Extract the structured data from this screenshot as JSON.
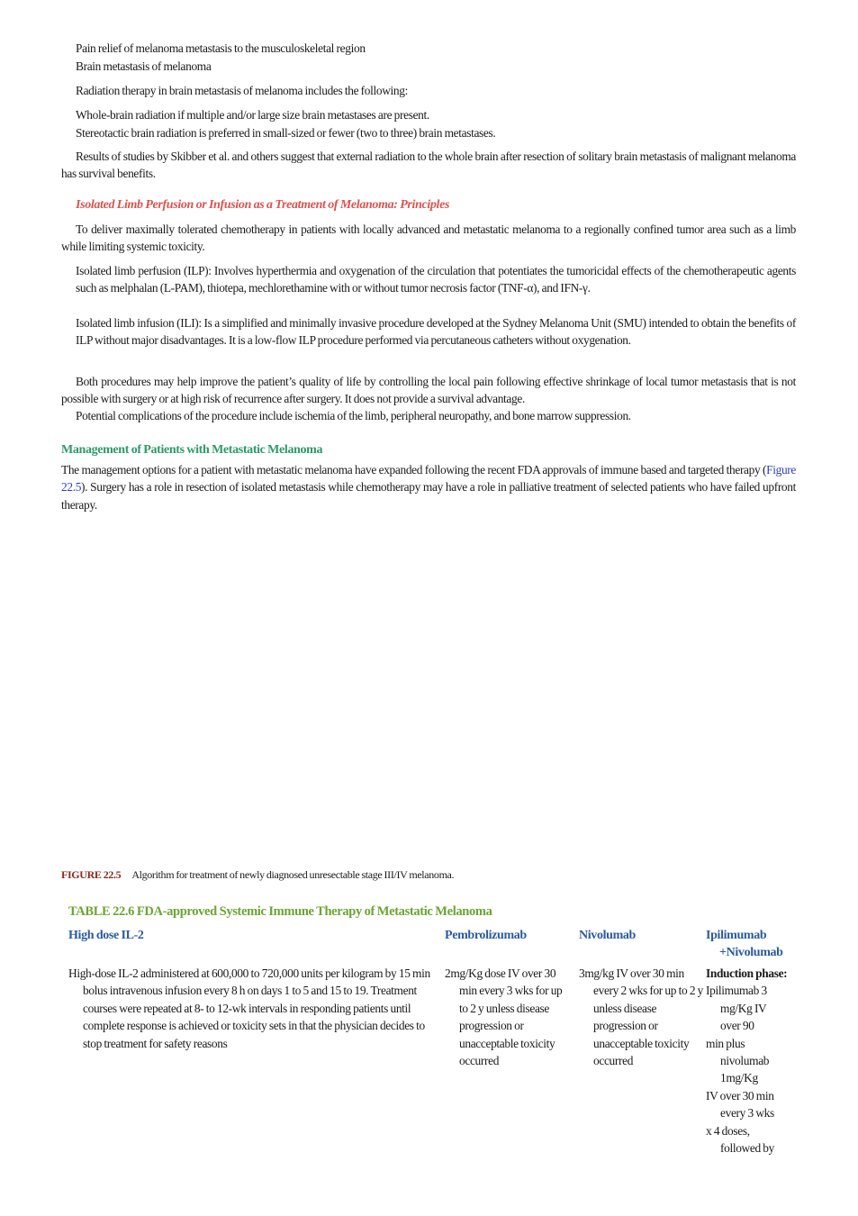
{
  "intro_lines": [
    "Pain relief of melanoma metastasis to the musculoskeletal region",
    "Brain metastasis of melanoma"
  ],
  "radiation_intro": "Radiation therapy in brain metastasis of melanoma includes the following:",
  "radiation_items": [
    "Whole-brain radiation if multiple and/or large size brain metastases are present.",
    "Stereotactic brain radiation is preferred in small-sized or fewer (two to three) brain metastases."
  ],
  "studies_paragraph": "Results of studies by Skibber et al. and others suggest that external radiation to the whole brain after resection of solitary brain metastasis of malignant melanoma has survival benefits.",
  "ilp_heading": "Isolated Limb Perfusion or Infusion as a Treatment of Melanoma: Principles",
  "ilp_paragraph": "To deliver maximally tolerated chemotherapy in patients with locally advanced and metastatic melanoma to a regionally confined tumor area such as a limb while limiting systemic toxicity.",
  "ilp_items": [
    "Isolated limb perfusion (ILP): Involves hyperthermia and oxygenation of the circulation that potentiates the tumoricidal effects of the chemotherapeutic agents such as melphalan (L-PAM), thiotepa, mechlorethamine with or without tumor necrosis factor (TNF-α), and IFN-γ.",
    "Isolated limb infusion (ILI): Is a simplified and minimally invasive procedure developed at the Sydney Melanoma Unit (SMU) intended to obtain the benefits of ILP without major disadvantages. It is a low-flow ILP procedure performed via percutaneous catheters without oxygenation."
  ],
  "procedures_paragraph": "Both procedures may help improve the patient’s quality of life by controlling the local pain following effective shrinkage of local tumor metastasis that is not possible with surgery or at high risk of recurrence after surgery. It does not provide a survival advantage.",
  "complications_paragraph": "Potential complications of the procedure include ischemia of the limb, peripheral neuropathy, and bone marrow suppression.",
  "management_heading": "Management of Patients with Metastatic Melanoma",
  "management_paragraph": {
    "before": "The management options for a patient with metastatic melanoma have expanded following the recent FDA approvals of immune based and targeted therapy (",
    "link": "Figure 22.5",
    "after": "). Surgery has a role in resection of isolated metastasis while chemotherapy may have a role in palliative treatment of selected patients who have failed upfront therapy."
  },
  "figure": {
    "label": "FIGURE 22.5",
    "caption": "Algorithm for treatment of newly diagnosed unresectable stage III/IV melanoma."
  },
  "table": {
    "title": "TABLE 22.6 FDA-approved Systemic Immune Therapy of Metastatic Melanoma",
    "headers": [
      "High dose IL-2",
      "Pembrolizumab",
      "Nivolumab",
      "Ipilimumab +Nivolumab"
    ],
    "row": {
      "il2": "High-dose IL-2 administered at 600,000 to 720,000 units per kilogram by 15 min bolus intravenous infusion every 8 h on days 1 to 5 and 15 to 19. Treatment courses were repeated at 8- to 12-wk intervals in responding patients until complete response is achieved or toxicity sets in that the physician decides to stop treatment for safety reasons",
      "pembrolizumab": "2mg/Kg dose IV over 30 min every 3 wks for up to 2 y unless disease progression or unacceptable toxicity occurred",
      "nivolumab": "3mg/kg IV over 30 min every 2 wks for up to 2 y unless disease progression or unacceptable toxicity occurred",
      "ipi_nivo_label": "Induction phase:",
      "ipi_nivo_lines": [
        "Ipilimumab 3",
        "mg/Kg IV",
        "over 90",
        "min plus",
        "nivolumab",
        "1mg/Kg",
        "IV over 30 min",
        "every 3 wks",
        "x 4 doses,",
        "followed by"
      ]
    }
  }
}
